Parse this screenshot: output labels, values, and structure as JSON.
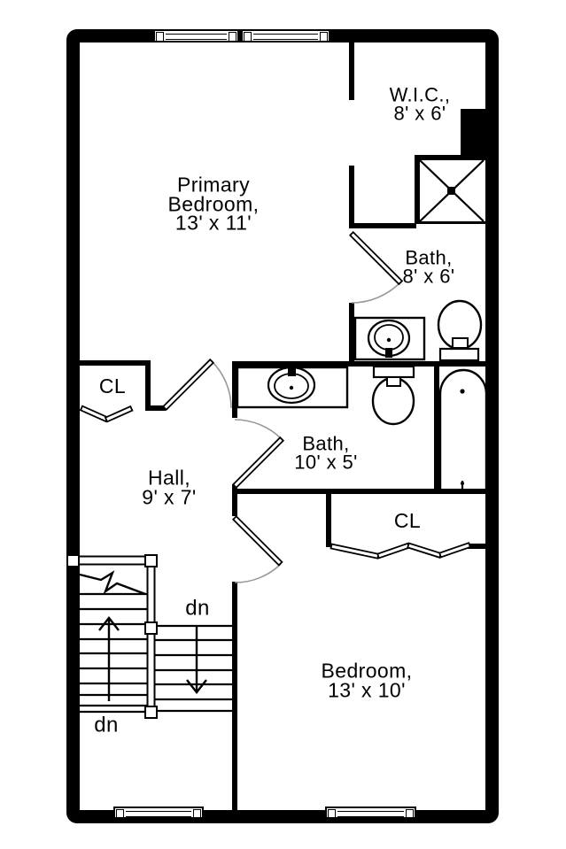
{
  "plan_type": "second-floor-plan",
  "rooms": {
    "primary": {
      "line1": "Primary",
      "line2": "Bedroom,",
      "line3": "13' x 11'"
    },
    "wic": {
      "line1": "W.I.C.,",
      "line2": "8' x 6'"
    },
    "bath_upper": {
      "line1": "Bath,",
      "line2": "8' x 6'"
    },
    "bath_lower": {
      "line1": "Bath,",
      "line2": "10' x 5'"
    },
    "hall": {
      "line1": "Hall,",
      "line2": "9' x 7'"
    },
    "closet_hall": {
      "label": "CL"
    },
    "closet_bedroom": {
      "label": "CL"
    },
    "bedroom": {
      "line1": "Bedroom,",
      "line2": "13' x 10'"
    }
  },
  "stairs": {
    "upper_run_label": "dn",
    "lower_run_label": "dn"
  },
  "colors": {
    "walls": "#000000",
    "background": "#ffffff",
    "door_swing_arc": "#999999",
    "fixture_outline": "#000000"
  }
}
